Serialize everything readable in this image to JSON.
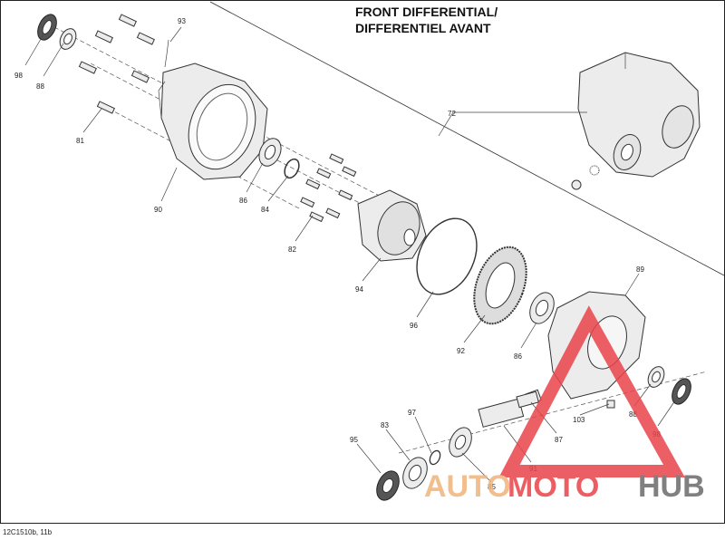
{
  "title_line1": "FRONT DIFFERENTIAL/",
  "title_line2": "DIFFERENTIEL AVANT",
  "drawing_code": "12C1510b, 11b",
  "callouts": {
    "c98a": "98",
    "c88a": "88",
    "c93": "93",
    "c81": "81",
    "c90": "90",
    "c86a": "86",
    "c84": "84",
    "c82": "82",
    "c94": "94",
    "c96": "96",
    "c72": "72",
    "c89": "89",
    "c92": "92",
    "c86b": "86",
    "c88b": "88",
    "c98b": "98",
    "c103": "103",
    "c87": "87",
    "c97": "97",
    "c83": "83",
    "c95": "95",
    "c91": "91",
    "c85": "85"
  },
  "watermark": {
    "part1": "AUTO",
    "part2": "MOTO",
    "part3": "HUB",
    "color_orange": "#f2b37a",
    "color_red": "#e8434a",
    "color_gray": "#6b6b6b"
  }
}
